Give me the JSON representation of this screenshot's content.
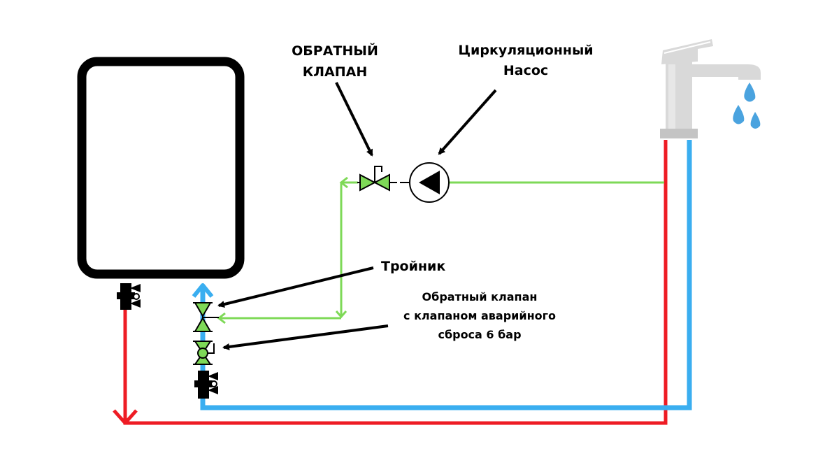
{
  "labels": {
    "check_valve_line1": "ОБРАТНЫЙ",
    "check_valve_line2": "КЛАПАН",
    "pump_line1": "Циркуляционный",
    "pump_line2": "Насос",
    "tee": "Тройник",
    "relief_valve_line1": "Обратный клапан",
    "relief_valve_line2": "с клапаном аварийного",
    "relief_valve_line3": "сброса 6 бар"
  },
  "colors": {
    "hot_water": "#ee1c24",
    "cold_water": "#3aaef0",
    "recirculation": "#7ed957",
    "valve_fill": "#7ed957",
    "outline": "#000000",
    "faucet": "#d9d9d9",
    "faucet_dark": "#c4c4c4",
    "water_drop": "#4aa3df"
  },
  "icons": {
    "heater": "water-heater-icon",
    "faucet": "faucet-icon",
    "pump": "circulation-pump-icon",
    "check_valve": "check-valve-icon",
    "tee": "tee-valve-icon",
    "relief_valve": "relief-valve-icon",
    "ball_valve": "ball-valve-icon",
    "drop": "water-drop-icon"
  }
}
